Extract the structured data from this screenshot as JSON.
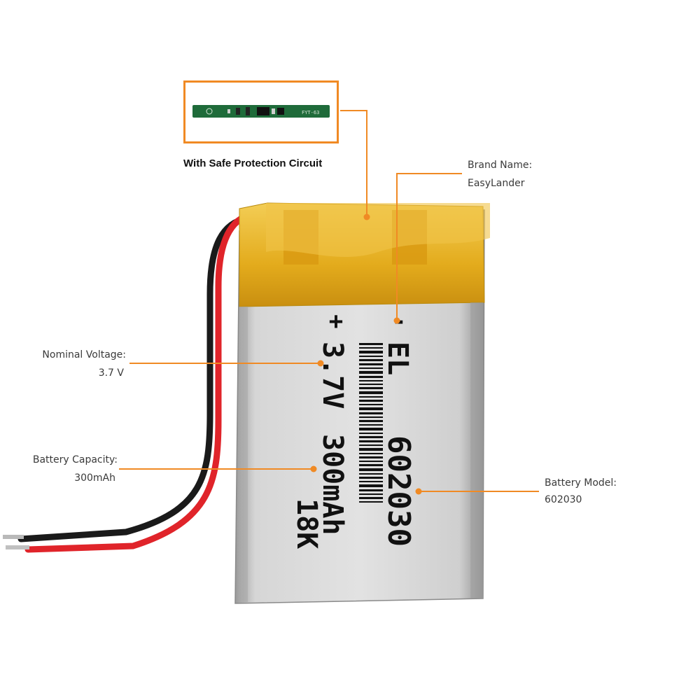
{
  "pcb": {
    "caption": "With Safe Protection Circuit",
    "chip_marking": "FYT-63"
  },
  "callouts": {
    "brand": {
      "title": "Brand Name:",
      "value": "EasyLander"
    },
    "voltage": {
      "title": "Nominal Voltage:",
      "value": "3.7 V"
    },
    "capacity": {
      "title": "Battery  Capacity:",
      "value": "300mAh"
    },
    "model": {
      "title": "Battery Model:",
      "value": "602030"
    }
  },
  "battery_print": {
    "plus": "+",
    "minus": "-",
    "brand": "EL",
    "voltage": "3.7V",
    "capacity": "300mAh",
    "model": "602030",
    "code": "18K"
  },
  "colors": {
    "accent_orange": "#f08a24",
    "pcb_green": "#1f6b3a",
    "tape_yellow": "#e8b21f",
    "wire_red": "#e0242a",
    "wire_black": "#1a1a1a",
    "cell_silver": "#c9c9c9"
  }
}
